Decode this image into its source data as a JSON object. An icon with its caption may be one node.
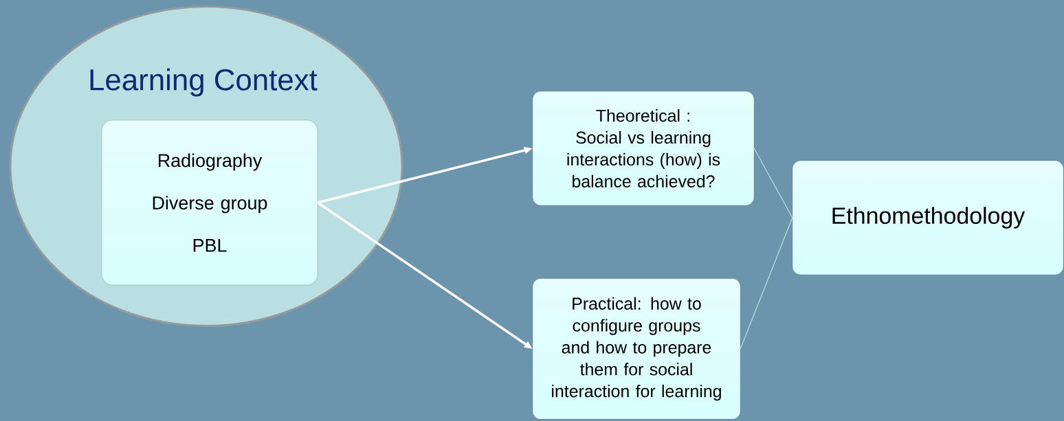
{
  "diagram": {
    "nodes": [
      {
        "text": [
          "Learning Context"
        ]
      },
      {
        "text": [
          "Radiography",
          "Diverse group",
          "PBL"
        ],
        "in": 0
      },
      {
        "text": [
          "Theoretical : Social vs learning interactions (how) is balance achieved?"
        ]
      },
      {
        "text": [
          "Practical: how to configure groups and how to prepare them for social interaction for learning"
        ]
      },
      {
        "text": [
          "Ethnomethodology"
        ]
      }
    ],
    "edges": [
      {
        "from": 1,
        "to": 2,
        "arrow": "to"
      },
      {
        "from": 1,
        "to": 3,
        "arrow": "to"
      },
      {
        "from": 2,
        "to": 4,
        "arrow": "none",
        "color": "#b9dfe2"
      },
      {
        "from": 3,
        "to": 4,
        "arrow": "none",
        "color": "#b9dfe2"
      }
    ]
  }
}
